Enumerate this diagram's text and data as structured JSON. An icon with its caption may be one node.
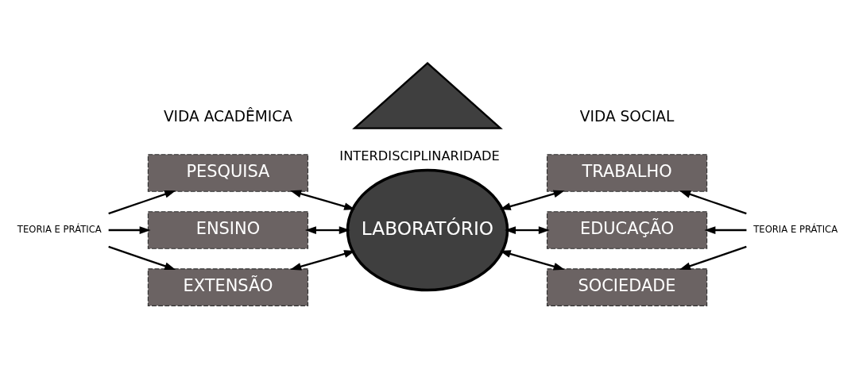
{
  "diagram": {
    "nodes": [
      {
        "text": [
          "PESQUISA"
        ]
      },
      {
        "text": [
          "ENSINO"
        ]
      },
      {
        "text": [
          "EXTENSÃO"
        ]
      },
      {
        "text": [
          "LABORATÓRIO"
        ]
      },
      {
        "text": [
          "TRABALHO"
        ]
      },
      {
        "text": [
          "EDUCAÇÃO"
        ]
      },
      {
        "text": [
          "SOCIEDADE"
        ]
      },
      {
        "text": [
          "TEORIA E PRÁTICA"
        ]
      },
      {
        "text": [
          "TEORIA E PRÁTICA"
        ]
      },
      {
        "text": [
          "INTERDISCIPLINARIDADE"
        ]
      }
    ],
    "edges": [
      {
        "from": 7,
        "to": 0,
        "arrow": "to"
      },
      {
        "from": 7,
        "to": 1,
        "arrow": "to"
      },
      {
        "from": 7,
        "to": 2,
        "arrow": "to"
      },
      {
        "from": 0,
        "to": 3,
        "arrow": "both"
      },
      {
        "from": 1,
        "to": 3,
        "arrow": "both"
      },
      {
        "from": 2,
        "to": 3,
        "arrow": "both"
      },
      {
        "from": 3,
        "to": 4,
        "arrow": "both"
      },
      {
        "from": 3,
        "to": 5,
        "arrow": "both"
      },
      {
        "from": 3,
        "to": 6,
        "arrow": "both"
      },
      {
        "from": 8,
        "to": 4,
        "arrow": "to"
      },
      {
        "from": 8,
        "to": 5,
        "arrow": "to"
      },
      {
        "from": 8,
        "to": 6,
        "arrow": "to"
      }
    ],
    "labels": [
      "VIDA ACADÊMICA",
      "VIDA SOCIAL"
    ]
  }
}
